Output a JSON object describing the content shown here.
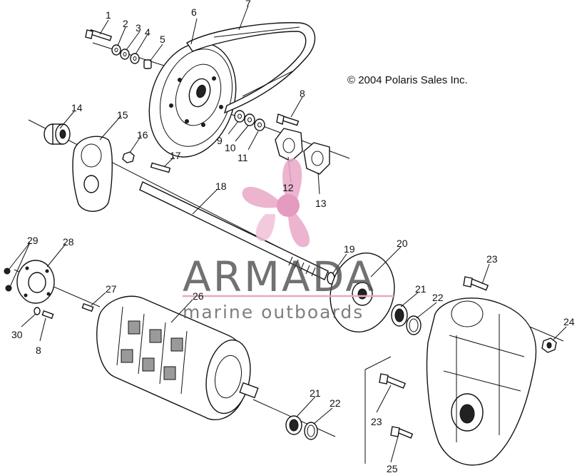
{
  "copyright": "© 2004 Polaris Sales Inc.",
  "watermark": {
    "brand": "ARMADA",
    "tagline": "marine outboards",
    "accent_color": "#e9a7c7",
    "text_color": "#4a4a4a"
  },
  "callouts": [
    {
      "id": "c1",
      "label": "1"
    },
    {
      "id": "c2",
      "label": "2"
    },
    {
      "id": "c3",
      "label": "3"
    },
    {
      "id": "c4",
      "label": "4"
    },
    {
      "id": "c5",
      "label": "5"
    },
    {
      "id": "c6",
      "label": "6"
    },
    {
      "id": "c7",
      "label": "7"
    },
    {
      "id": "c8a",
      "label": "8"
    },
    {
      "id": "c9",
      "label": "9"
    },
    {
      "id": "c10",
      "label": "10"
    },
    {
      "id": "c11",
      "label": "11"
    },
    {
      "id": "c12",
      "label": "12"
    },
    {
      "id": "c13",
      "label": "13"
    },
    {
      "id": "c14",
      "label": "14"
    },
    {
      "id": "c15",
      "label": "15"
    },
    {
      "id": "c16",
      "label": "16"
    },
    {
      "id": "c17",
      "label": "17"
    },
    {
      "id": "c18",
      "label": "18"
    },
    {
      "id": "c19",
      "label": "19"
    },
    {
      "id": "c20",
      "label": "20"
    },
    {
      "id": "c21a",
      "label": "21"
    },
    {
      "id": "c22a",
      "label": "22"
    },
    {
      "id": "c23a",
      "label": "23"
    },
    {
      "id": "c24",
      "label": "24"
    },
    {
      "id": "c25",
      "label": "25"
    },
    {
      "id": "c26",
      "label": "26"
    },
    {
      "id": "c27",
      "label": "27"
    },
    {
      "id": "c28",
      "label": "28"
    },
    {
      "id": "c29",
      "label": "29"
    },
    {
      "id": "c30",
      "label": "30"
    },
    {
      "id": "c8b",
      "label": "8"
    },
    {
      "id": "c21b",
      "label": "21"
    },
    {
      "id": "c22b",
      "label": "22"
    },
    {
      "id": "c23b",
      "label": "23"
    }
  ]
}
